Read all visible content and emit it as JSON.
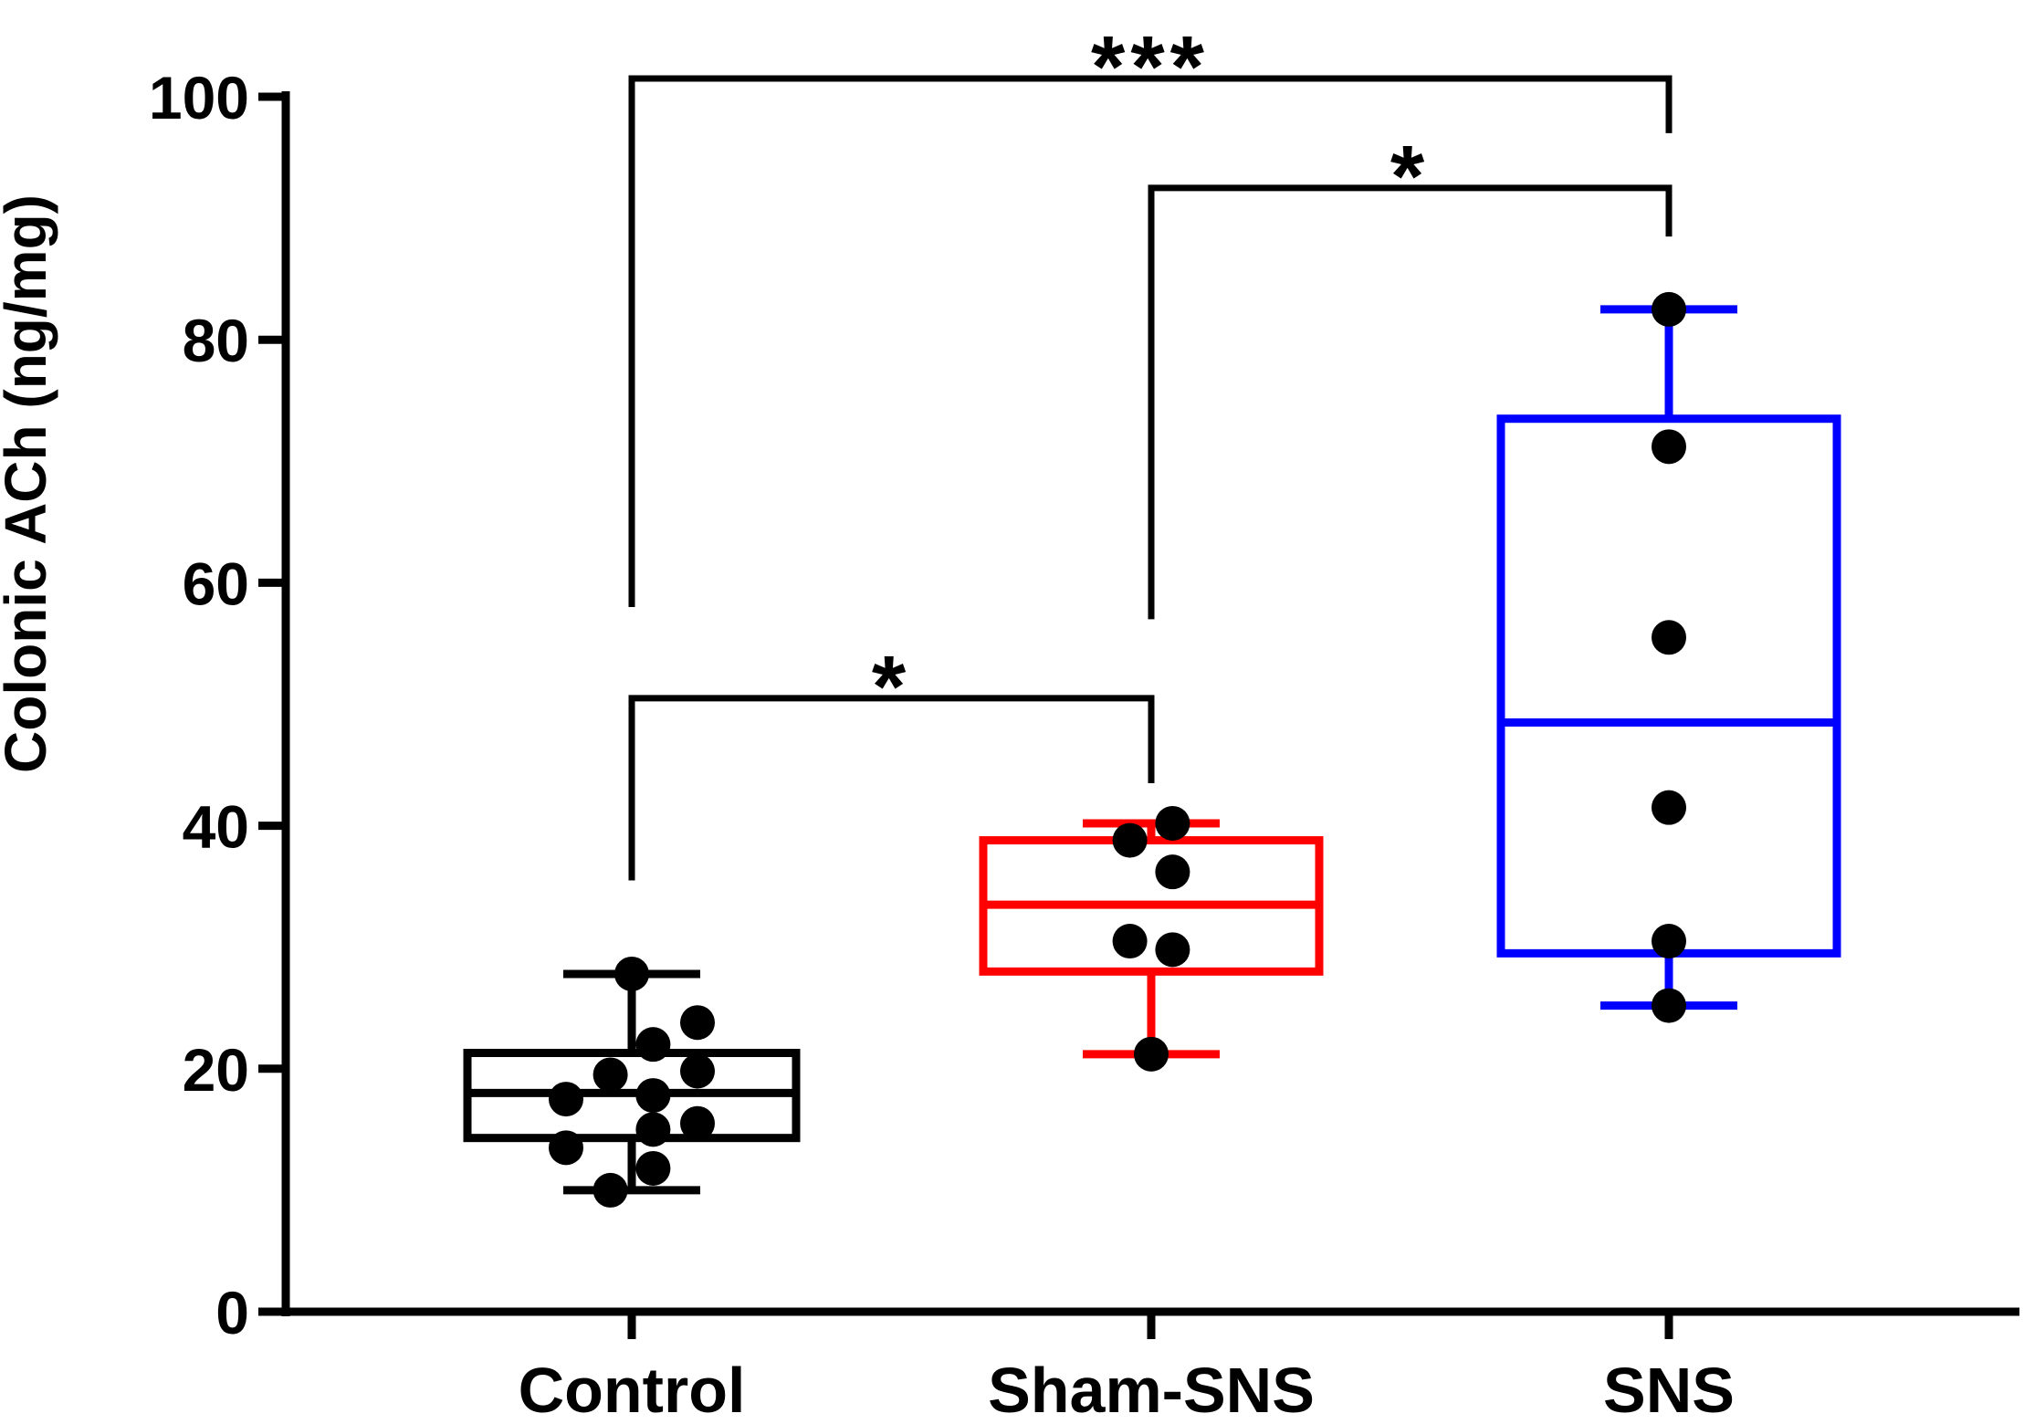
{
  "chart_data": {
    "type": "box",
    "ylabel": "Colonic ACh (ng/mg)",
    "ylim": [
      0,
      100
    ],
    "yticks": [
      0,
      20,
      40,
      60,
      80,
      100
    ],
    "categories": [
      "Control",
      "Sham-SNS",
      "SNS"
    ],
    "groups": [
      {
        "name": "Control",
        "color": "#000000",
        "min": 10,
        "q1": 14.3,
        "median": 18.0,
        "q3": 21.3,
        "max": 27.8,
        "points": [
          {
            "x": -0.2,
            "y": 17.5
          },
          {
            "x": -0.2,
            "y": 13.5
          },
          {
            "x": -0.065,
            "y": 19.5
          },
          {
            "x": 0.0,
            "y": 27.8
          },
          {
            "x": 0.065,
            "y": 22.0
          },
          {
            "x": 0.065,
            "y": 17.8
          },
          {
            "x": 0.065,
            "y": 15.0
          },
          {
            "x": 0.065,
            "y": 11.8
          },
          {
            "x": -0.065,
            "y": 10.0
          },
          {
            "x": 0.2,
            "y": 23.8
          },
          {
            "x": 0.2,
            "y": 19.8
          },
          {
            "x": 0.2,
            "y": 15.5
          }
        ]
      },
      {
        "name": "Sham-SNS",
        "color": "#ff0000",
        "min": 21.2,
        "q1": 28.0,
        "median": 33.5,
        "q3": 38.8,
        "max": 40.2,
        "points": [
          {
            "x": -0.065,
            "y": 38.8
          },
          {
            "x": 0.065,
            "y": 40.2
          },
          {
            "x": 0.065,
            "y": 36.2
          },
          {
            "x": -0.065,
            "y": 30.5
          },
          {
            "x": 0.065,
            "y": 29.8
          },
          {
            "x": 0.0,
            "y": 21.2
          }
        ]
      },
      {
        "name": "SNS",
        "color": "#0000ff",
        "min": 25.2,
        "q1": 29.5,
        "median": 48.5,
        "q3": 73.5,
        "max": 82.5,
        "points": [
          {
            "x": 0.0,
            "y": 82.5
          },
          {
            "x": 0.0,
            "y": 71.2
          },
          {
            "x": 0.0,
            "y": 55.5
          },
          {
            "x": 0.0,
            "y": 41.5
          },
          {
            "x": 0.0,
            "y": 30.5
          },
          {
            "x": 0.0,
            "y": 25.2
          }
        ]
      }
    ],
    "significance": [
      {
        "from": 0,
        "to": 2,
        "label": "***",
        "bar_y": 101.5,
        "left_drop_y": 58,
        "right_drop_y": 97
      },
      {
        "from": 1,
        "to": 2,
        "label": "*",
        "bar_y": 92.5,
        "left_drop_y": 57,
        "right_drop_y": 88.5
      },
      {
        "from": 0,
        "to": 1,
        "label": "*",
        "bar_y": 50.5,
        "left_drop_y": 35.5,
        "right_drop_y": 43.5
      }
    ]
  }
}
